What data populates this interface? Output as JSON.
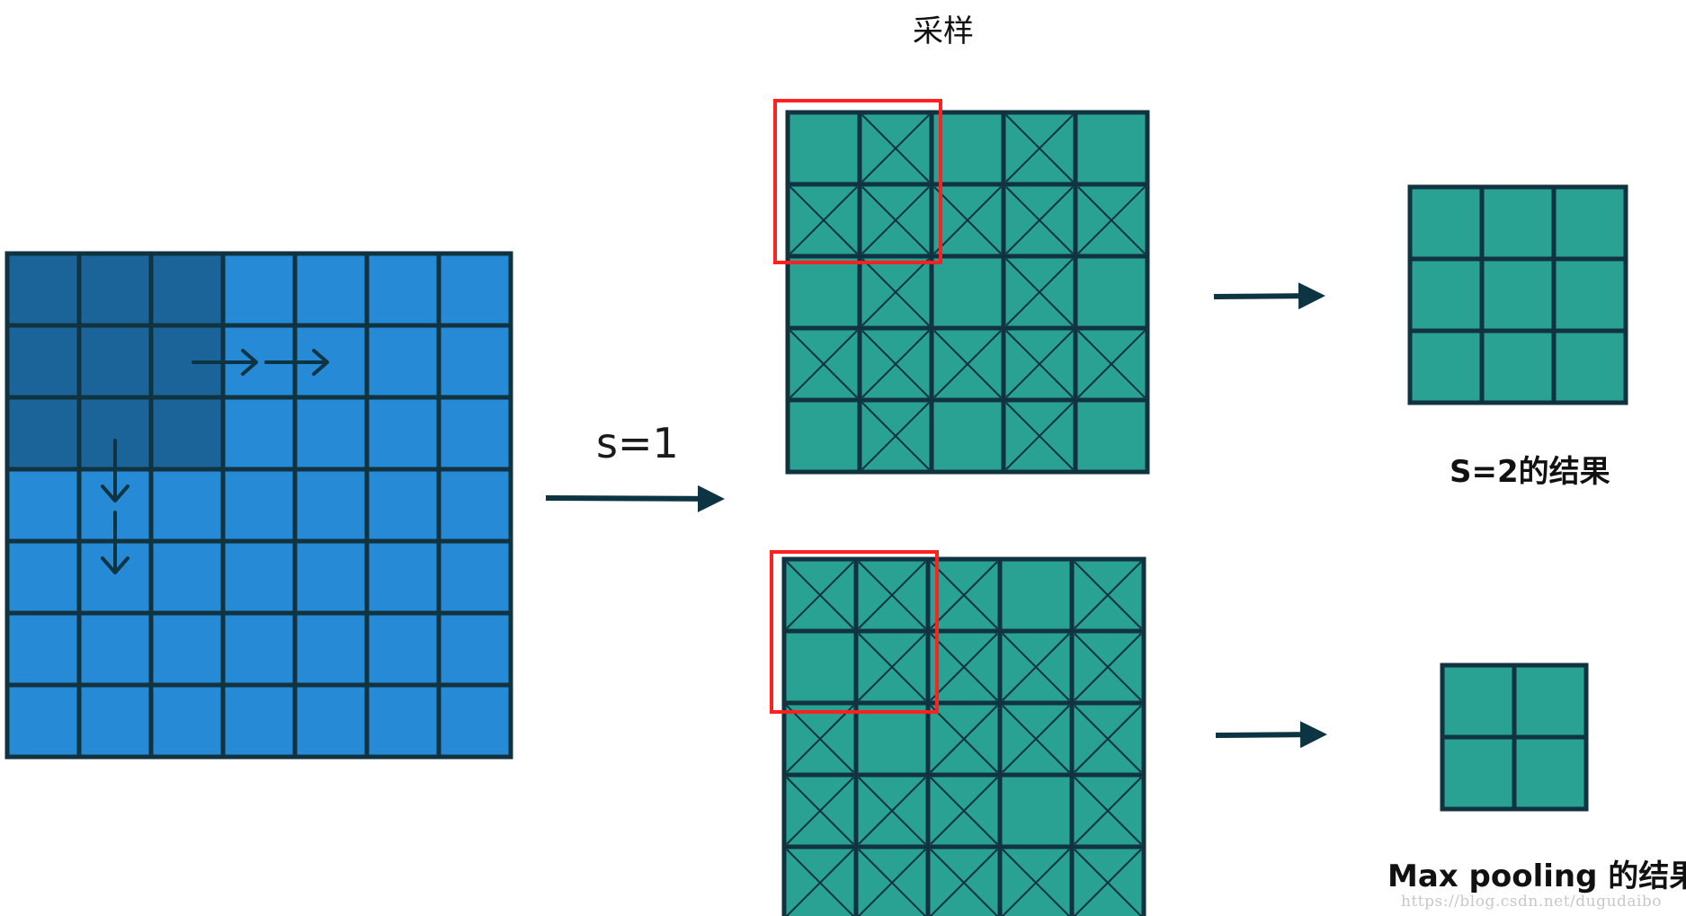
{
  "labels": {
    "top": "采样",
    "stride": "s=1",
    "result_s2": "S=2的结果",
    "result_maxpool": "Max pooling 的结果",
    "watermark": "https://blog.csdn.net/dugudaibo"
  },
  "colors": {
    "input_cell": "#268ad6",
    "input_window": "#1b6499",
    "feature_cell": "#29a193",
    "grid_line": "#10333f",
    "arrow": "#0d3442",
    "highlight": "#ff2020"
  },
  "input_grid": {
    "rows": 7,
    "cols": 7,
    "window_rows": 3,
    "window_cols": 3
  },
  "sampled_grid": {
    "rows": 5,
    "cols": 5,
    "crossed": [
      [
        0,
        1,
        0,
        1,
        0
      ],
      [
        1,
        1,
        1,
        1,
        1
      ],
      [
        0,
        1,
        0,
        1,
        0
      ],
      [
        1,
        1,
        1,
        1,
        1
      ],
      [
        0,
        1,
        0,
        1,
        0
      ]
    ]
  },
  "maxpool_grid": {
    "rows": 5,
    "cols": 5,
    "crossed": [
      [
        1,
        1,
        1,
        0,
        1
      ],
      [
        0,
        1,
        1,
        1,
        1
      ],
      [
        1,
        0,
        1,
        1,
        1
      ],
      [
        1,
        1,
        1,
        0,
        1
      ],
      [
        1,
        1,
        1,
        1,
        1
      ]
    ]
  },
  "result_s2_grid": {
    "rows": 3,
    "cols": 3
  },
  "result_maxpool_grid": {
    "rows": 2,
    "cols": 2
  }
}
